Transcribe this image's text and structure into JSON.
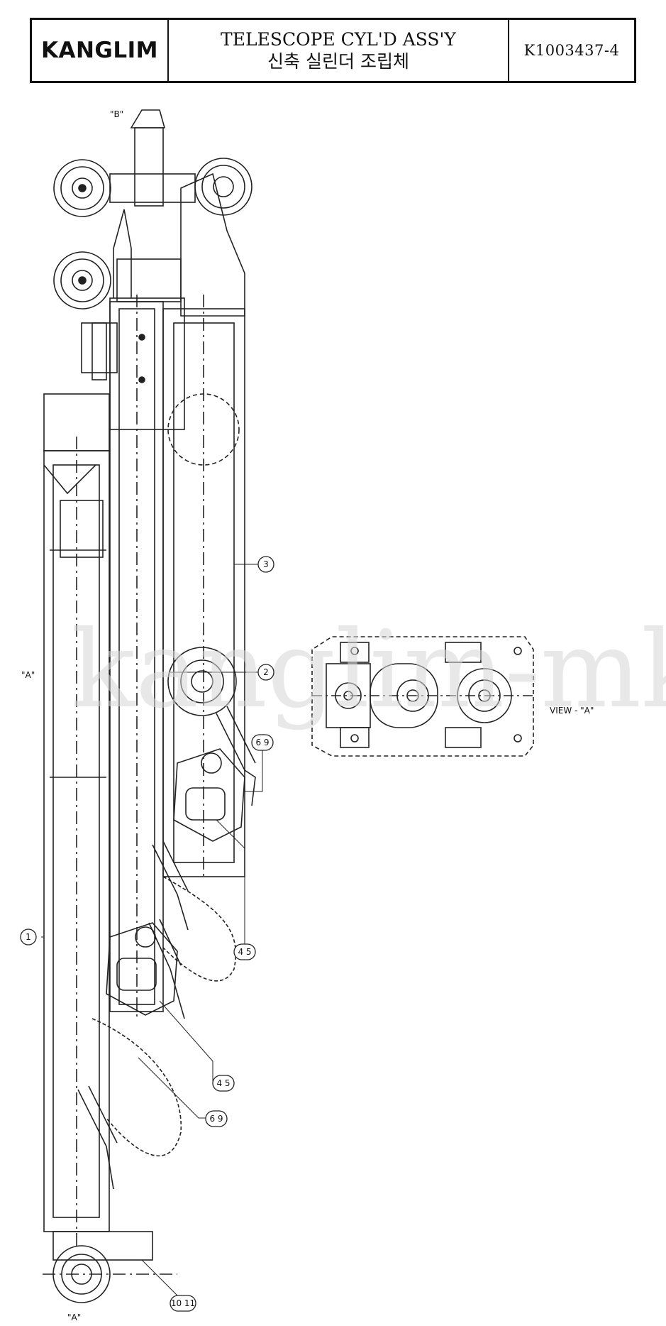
{
  "title_block": {
    "logo": "KANGLIM",
    "title_en": "TELESCOPE CYL'D ASS'Y",
    "title_ko": "신축 실린더 조립체",
    "part_no": "K1003437-4"
  },
  "drawing": {
    "view_label": "VIEW - \"A\"",
    "arrow_a_top": "\"A\"",
    "arrow_a_bottom": "\"A\"",
    "arrow_b": "\"B\"",
    "watermark": "kanglim-mk.ru",
    "callouts": [
      "1",
      "2",
      "3",
      "4 5",
      "4 5",
      "6 9",
      "6 9",
      "10 11"
    ]
  }
}
